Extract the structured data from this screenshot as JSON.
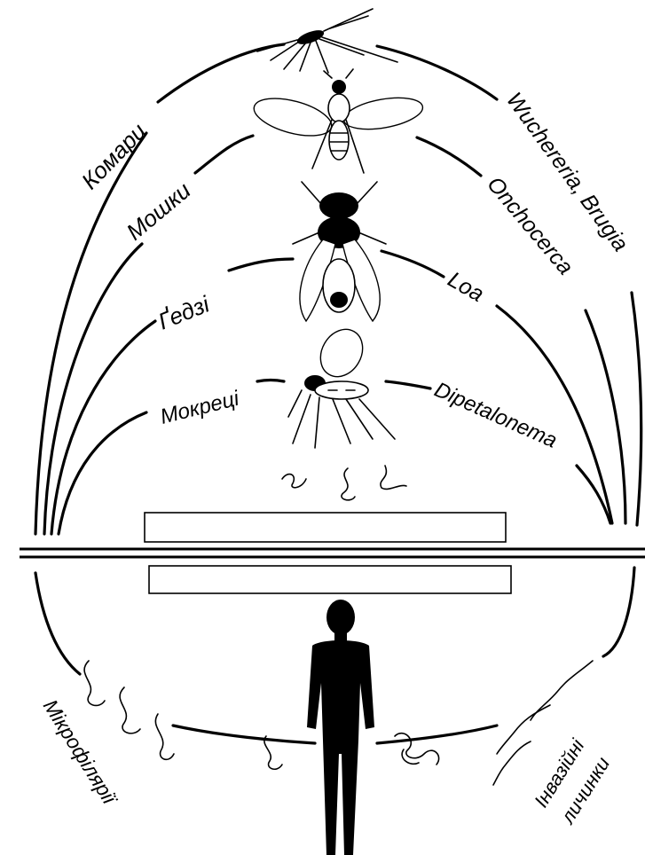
{
  "vectors": {
    "mosquitoes": "Комари",
    "blackflies": "Мошки",
    "horseflies": "Ґедзі",
    "midges": "Мокреці"
  },
  "parasites": {
    "wuchereria_brugia": "Wuchereria, Brugia",
    "onchocerca": "Onchocerca",
    "loa": "Loa",
    "dipetalonema": "Dipetalonema"
  },
  "stages": {
    "microfilariae": "Мікрофілярії",
    "invasive_larvae_line1": "Інвазійні",
    "invasive_larvae_line2": "личинки"
  },
  "colors": {
    "ink": "#000000",
    "background": "#ffffff"
  },
  "icons": [
    "mosquito-icon",
    "blackfly-icon",
    "horsefly-icon",
    "midge-icon",
    "larva-icon",
    "human-silhouette-icon"
  ]
}
